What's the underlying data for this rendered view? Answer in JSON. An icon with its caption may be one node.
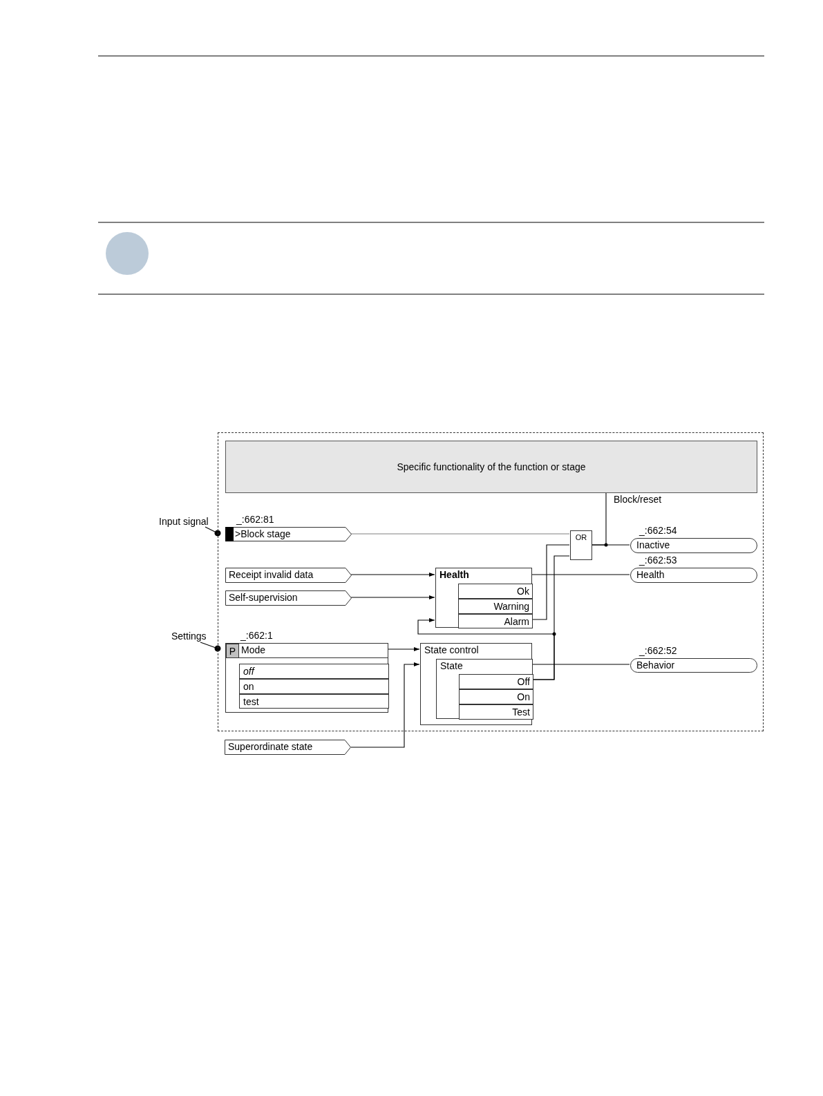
{
  "diagram": {
    "nodes": [
      {
        "text": [],
        "shape": "box"
      },
      {
        "text": [
          "Specific functionality of the function or stage"
        ],
        "in": 0
      },
      {
        "text": [
          ">Block stage"
        ],
        "beside": [
          "_:662:81"
        ],
        "in": 0
      },
      {
        "text": [
          "Receipt invalid data"
        ],
        "in": 0
      },
      {
        "text": [
          "Self-supervision"
        ],
        "in": 0
      },
      {
        "text": [
          "Health"
        ],
        "in": 0
      },
      {
        "text": [
          "Ok"
        ],
        "in": 5
      },
      {
        "text": [
          "Warning"
        ],
        "in": 5
      },
      {
        "text": [
          "Alarm"
        ],
        "in": 5
      },
      {
        "text": [
          "OR"
        ],
        "in": 0
      },
      {
        "text": [
          "Inactive"
        ],
        "beside": [
          "_:662:54"
        ],
        "in": 0
      },
      {
        "text": [
          "Health"
        ],
        "beside": [
          "_:662:53"
        ],
        "in": 0
      },
      {
        "text": [
          "Mode"
        ],
        "beside": [
          "_:662:1"
        ],
        "in": 0
      },
      {
        "text": [
          "P"
        ],
        "in": 12
      },
      {
        "text": [
          "off"
        ],
        "in": 12
      },
      {
        "text": [
          "on"
        ],
        "in": 12
      },
      {
        "text": [
          "test"
        ],
        "in": 12
      },
      {
        "text": [
          "State control"
        ],
        "in": 0
      },
      {
        "text": [
          "State"
        ],
        "in": 17
      },
      {
        "text": [
          "Off"
        ],
        "in": 18
      },
      {
        "text": [
          "On"
        ],
        "in": 18
      },
      {
        "text": [
          "Test"
        ],
        "in": 18
      },
      {
        "text": [
          "Behavior"
        ],
        "beside": [
          "_:662:52"
        ],
        "in": 0
      },
      {
        "text": [
          "Superordinate state"
        ]
      },
      {
        "text": [
          "Input signal"
        ]
      },
      {
        "text": [
          "Settings"
        ]
      }
    ],
    "edges": [
      {
        "from": 2,
        "to": 9,
        "arrow": "none",
        "color": "#808080"
      },
      {
        "from": 3,
        "to": 5,
        "arrow": "to"
      },
      {
        "from": 4,
        "to": 5,
        "arrow": "to"
      },
      {
        "from": 8,
        "to": 9,
        "arrow": "none"
      },
      {
        "from": 19,
        "to": 9,
        "arrow": "none"
      },
      {
        "from": 19,
        "to": 5,
        "arrow": "to"
      },
      {
        "from": 9,
        "to": 10,
        "arrow": "none"
      },
      {
        "from": 9,
        "to": 1,
        "arrow": "other",
        "label": "Block/reset"
      },
      {
        "from": 5,
        "to": 11,
        "arrow": "none"
      },
      {
        "from": 12,
        "to": 17,
        "arrow": "to"
      },
      {
        "from": 23,
        "to": 17,
        "arrow": "to"
      },
      {
        "from": 18,
        "to": 22,
        "arrow": "none"
      },
      {
        "from": 24,
        "to": null,
        "arrow": "other"
      },
      {
        "from": 25,
        "to": null,
        "arrow": "other"
      }
    ]
  }
}
